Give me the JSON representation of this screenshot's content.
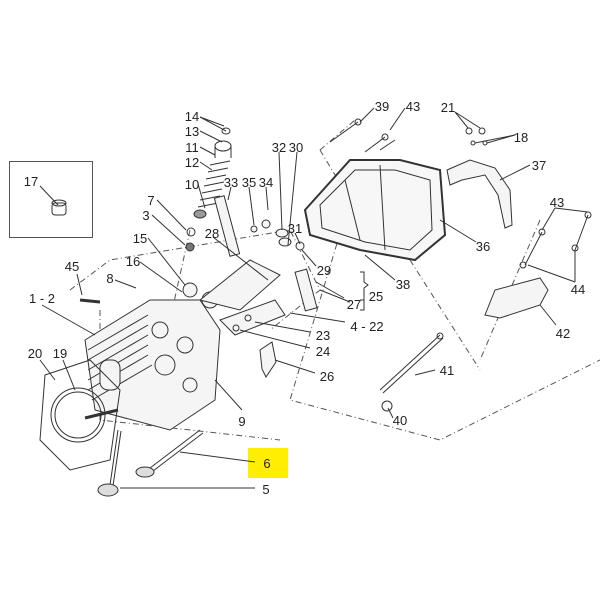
{
  "diagram": {
    "highlight_color": "#ffee00",
    "highlighted_part": "6",
    "labels": [
      "14",
      "13",
      "11",
      "12",
      "10",
      "7",
      "3",
      "15",
      "16",
      "8",
      "45",
      "1 - 2",
      "20",
      "19",
      "17",
      "33",
      "35",
      "34",
      "32",
      "30",
      "31",
      "28",
      "29",
      "25",
      "27",
      "23",
      "4 - 22",
      "24",
      "26",
      "9",
      "39",
      "43",
      "21",
      "18",
      "37",
      "36",
      "38",
      "43",
      "44",
      "42",
      "41",
      "40",
      "6",
      "5"
    ]
  }
}
